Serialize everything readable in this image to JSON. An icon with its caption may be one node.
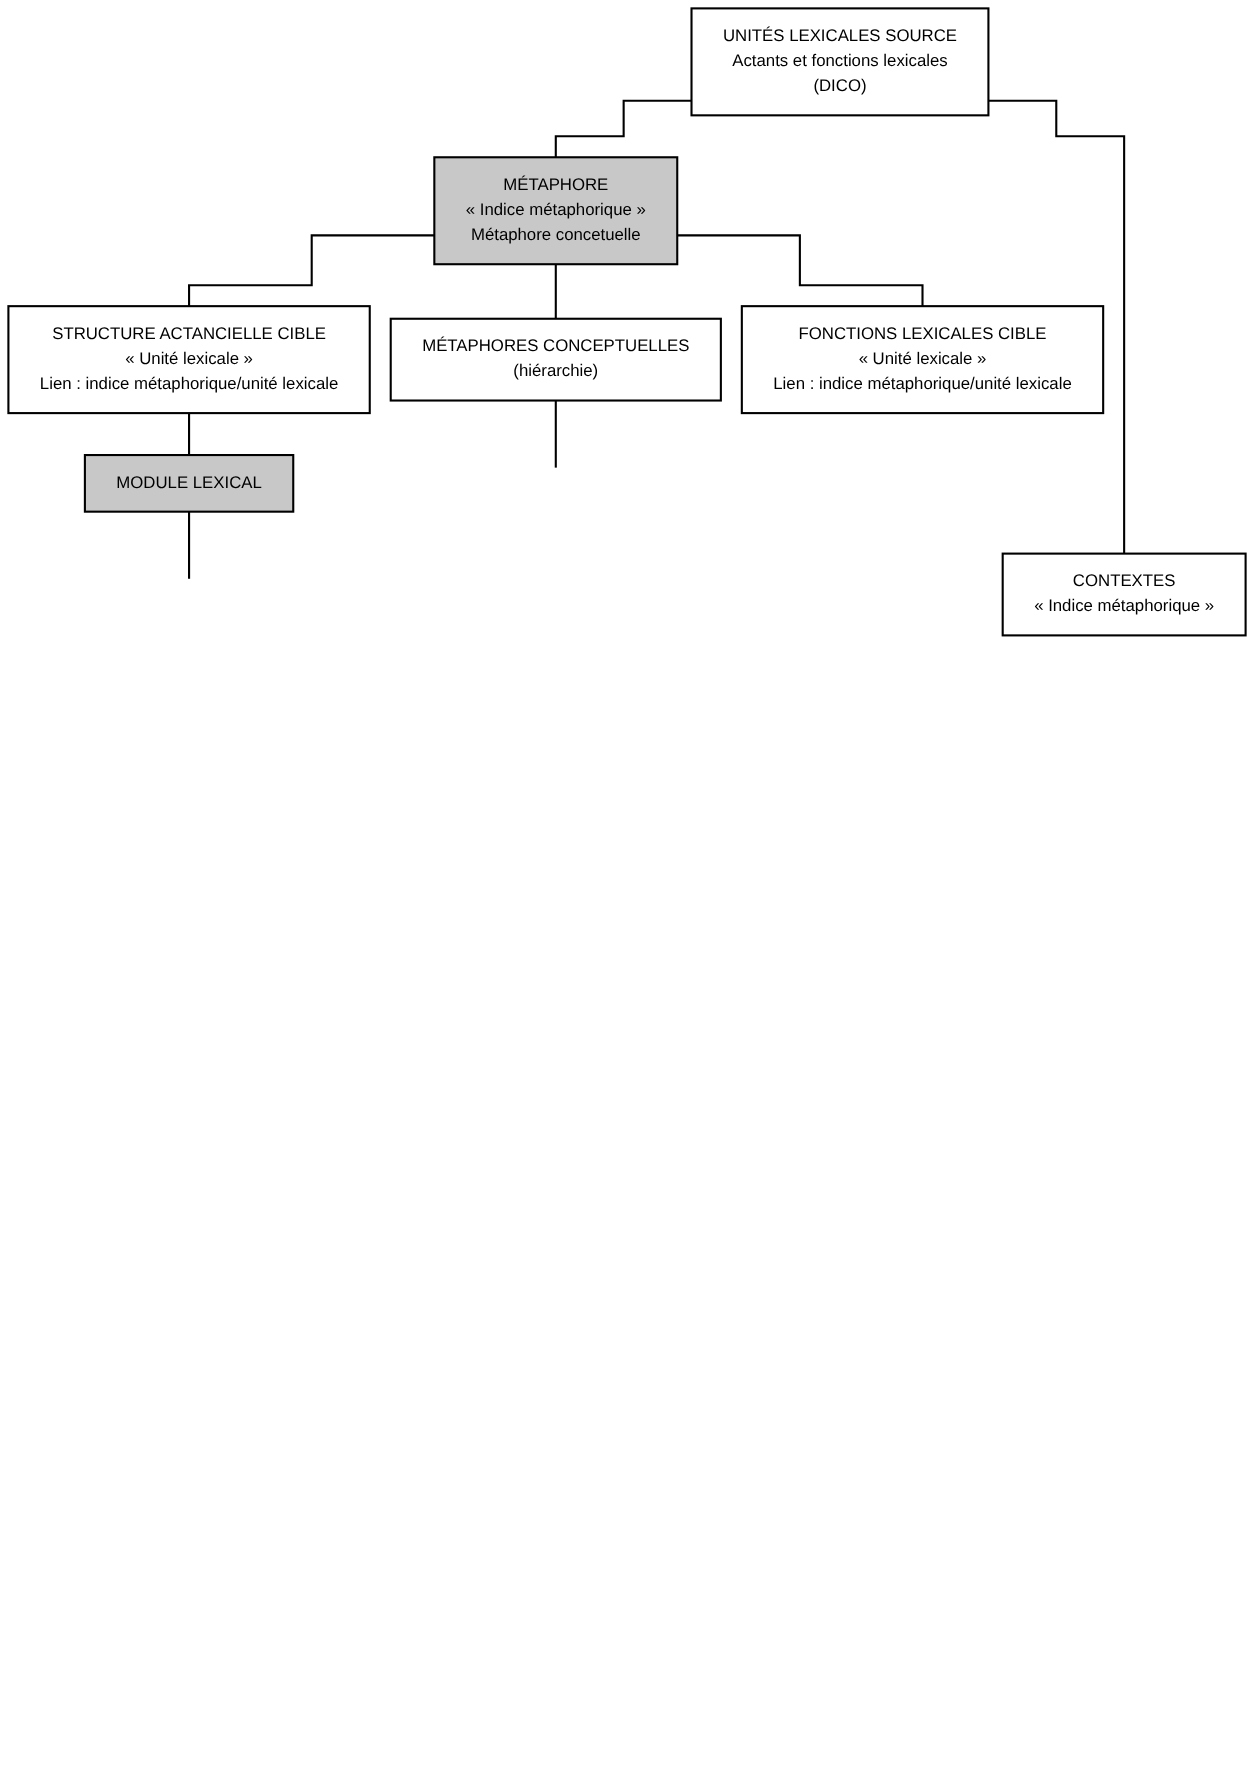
{
  "diagram": {
    "nodes": [
      {
        "text": [
          "UNITÉS LEXICALES SOURCE",
          "Actants et fonctions lexicales",
          "(DICO)"
        ]
      },
      {
        "text": [
          "MÉTAPHORE",
          "« Indice métaphorique »",
          "Métaphore concetuelle"
        ]
      },
      {
        "text": [
          "MÉTAPHORES CONCEPTUELLES",
          "(hiérarchie)"
        ]
      },
      {
        "text": [
          "STRUCTURE ACTANCIELLE CIBLE",
          "« Unité lexicale »",
          "Lien : indice métaphorique/unité lexicale"
        ]
      },
      {
        "text": [
          "MODULE LEXICAL"
        ]
      },
      {
        "text": [
          "FONCTIONS LEXICALES CIBLE",
          "« Unité lexicale »",
          "Lien : indice métaphorique/unité lexicale"
        ]
      },
      {
        "text": [
          "CONTEXTES",
          "« Indice métaphorique »"
        ]
      }
    ],
    "edges": [
      {
        "from": 0,
        "to": 1,
        "arrow": "none"
      },
      {
        "from": 0,
        "to": 6,
        "arrow": "none"
      },
      {
        "from": 1,
        "to": 2,
        "arrow": "none"
      },
      {
        "from": 1,
        "to": 3,
        "arrow": "none"
      },
      {
        "from": 1,
        "to": 5,
        "arrow": "none"
      },
      {
        "from": 3,
        "to": 4,
        "arrow": "none"
      },
      {
        "from": 2,
        "to": null,
        "arrow": "none"
      },
      {
        "from": 4,
        "to": null,
        "arrow": "none"
      }
    ]
  }
}
